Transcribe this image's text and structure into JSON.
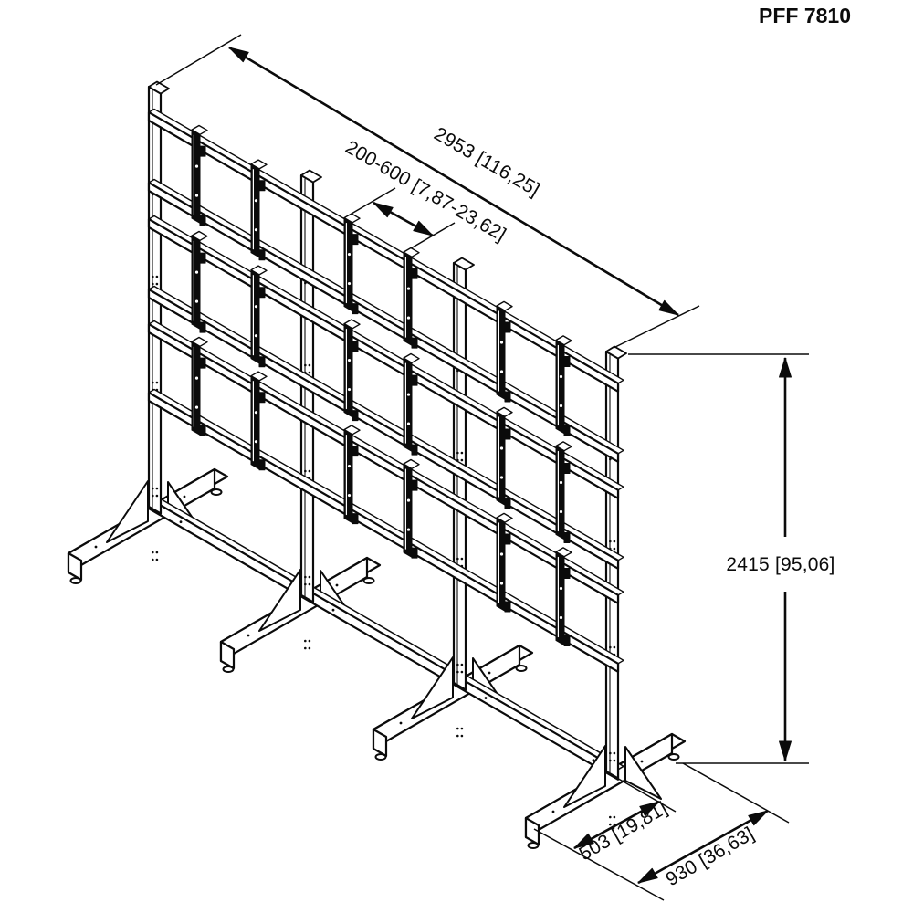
{
  "title": "PFF 7810",
  "dimensions": {
    "total_width": "2953 [116,25]",
    "bracket_range": "200-600 [7,87-23,62]",
    "total_height": "2415 [95,06]",
    "foot_front": "503 [19,81]",
    "foot_depth": "930 [36,63]"
  },
  "colors": {
    "line": "#0b0b0b",
    "background": "#ffffff"
  }
}
